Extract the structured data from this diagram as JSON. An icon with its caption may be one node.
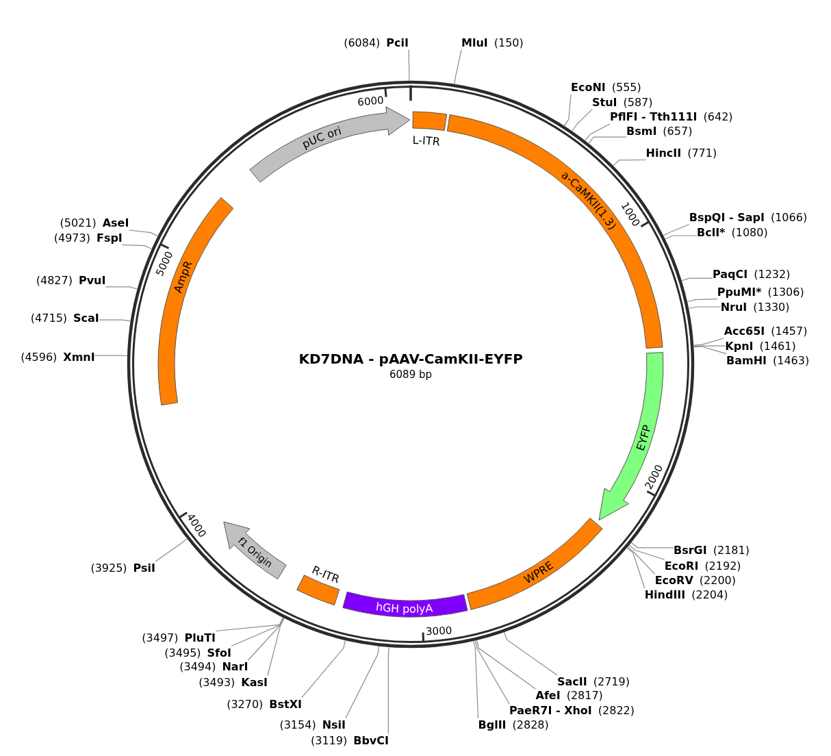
{
  "diagram": {
    "title": "KD7DNA - pAAV-CamKII-EYFP",
    "nodes": [
      {
        "text": [],
        "shape": "circle"
      },
      {
        "text": [
          "L-ITR"
        ],
        "in": 0
      },
      {
        "text": [
          "a-CaMKII(1.3)"
        ],
        "in": 0
      },
      {
        "text": [
          "EYFP"
        ],
        "in": 0
      },
      {
        "text": [
          "WPRE"
        ],
        "in": 0
      },
      {
        "text": [
          "hGH polyA"
        ],
        "in": 0
      },
      {
        "text": [
          "R-ITR"
        ],
        "in": 0
      },
      {
        "text": [
          "f1 Origin"
        ],
        "in": 0
      },
      {
        "text": [
          "AmpR"
        ],
        "in": 0
      },
      {
        "text": [
          "pUC ori"
        ],
        "in": 0
      },
      {
        "text": [
          "(6084)",
          "PciI"
        ]
      },
      {
        "text": [
          "MluI",
          "(150)"
        ]
      },
      {
        "text": [
          "EcoNI",
          "(555)"
        ]
      },
      {
        "text": [
          "StuI",
          "(587)"
        ]
      },
      {
        "text": [
          "PflFI - Tth111I",
          "(642)"
        ]
      },
      {
        "text": [
          "BsmI",
          "(657)"
        ]
      },
      {
        "text": [
          "HincII",
          "(771)"
        ]
      },
      {
        "text": [
          "BspQI - SapI",
          "(1066)"
        ]
      },
      {
        "text": [
          "BclI*",
          "(1080)"
        ]
      },
      {
        "text": [
          "PaqCI",
          "(1232)"
        ]
      },
      {
        "text": [
          "PpuMI*",
          "(1306)"
        ]
      },
      {
        "text": [
          "NruI",
          "(1330)"
        ]
      },
      {
        "text": [
          "Acc65I",
          "(1457)"
        ]
      },
      {
        "text": [
          "KpnI",
          "(1461)"
        ]
      },
      {
        "text": [
          "BamHI",
          "(1463)"
        ]
      },
      {
        "text": [
          "BsrGI",
          "(2181)"
        ]
      },
      {
        "text": [
          "EcoRI",
          "(2192)"
        ]
      },
      {
        "text": [
          "EcoRV",
          "(2200)"
        ]
      },
      {
        "text": [
          "HindIII",
          "(2204)"
        ]
      },
      {
        "text": [
          "SacII",
          "(2719)"
        ]
      },
      {
        "text": [
          "AfeI",
          "(2817)"
        ]
      },
      {
        "text": [
          "PaeR7I - XhoI",
          "(2822)"
        ]
      },
      {
        "text": [
          "BglII",
          "(2828)"
        ]
      },
      {
        "text": [
          "(3119)",
          "BbvCI"
        ]
      },
      {
        "text": [
          "(3154)",
          "NsiI"
        ]
      },
      {
        "text": [
          "(3270)",
          "BstXI"
        ]
      },
      {
        "text": [
          "(3493)",
          "KasI"
        ]
      },
      {
        "text": [
          "(3494)",
          "NarI"
        ]
      },
      {
        "text": [
          "(3495)",
          "SfoI"
        ]
      },
      {
        "text": [
          "(3497)",
          "PluTI"
        ]
      },
      {
        "text": [
          "(3925)",
          "PsiI"
        ]
      },
      {
        "text": [
          "(4596)",
          "XmnI"
        ]
      },
      {
        "text": [
          "(4715)",
          "ScaI"
        ]
      },
      {
        "text": [
          "(4827)",
          "PvuI"
        ]
      },
      {
        "text": [
          "(4973)",
          "FspI"
        ]
      },
      {
        "text": [
          "(5021)",
          "AseI"
        ]
      }
    ],
    "edges": [
      {
        "from": 10,
        "to": 0,
        "arrow": "none"
      },
      {
        "from": 11,
        "to": 0,
        "arrow": "none"
      },
      {
        "from": 12,
        "to": 0,
        "arrow": "none"
      },
      {
        "from": 13,
        "to": 0,
        "arrow": "none"
      },
      {
        "from": 14,
        "to": 0,
        "arrow": "none"
      },
      {
        "from": 15,
        "to": 0,
        "arrow": "none"
      },
      {
        "from": 16,
        "to": 0,
        "arrow": "none"
      },
      {
        "from": 17,
        "to": 0,
        "arrow": "none"
      },
      {
        "from": 18,
        "to": 0,
        "arrow": "none"
      },
      {
        "from": 19,
        "to": 0,
        "arrow": "none"
      },
      {
        "from": 20,
        "to": 0,
        "arrow": "none"
      },
      {
        "from": 21,
        "to": 0,
        "arrow": "none"
      },
      {
        "from": 22,
        "to": 0,
        "arrow": "none"
      },
      {
        "from": 23,
        "to": 0,
        "arrow": "none"
      },
      {
        "from": 24,
        "to": 0,
        "arrow": "none"
      },
      {
        "from": 25,
        "to": 0,
        "arrow": "none"
      },
      {
        "from": 26,
        "to": 0,
        "arrow": "none"
      },
      {
        "from": 27,
        "to": 0,
        "arrow": "none"
      },
      {
        "from": 28,
        "to": 0,
        "arrow": "none"
      },
      {
        "from": 29,
        "to": 0,
        "arrow": "none"
      },
      {
        "from": 30,
        "to": 0,
        "arrow": "none"
      },
      {
        "from": 31,
        "to": 0,
        "arrow": "none"
      },
      {
        "from": 32,
        "to": 0,
        "arrow": "none"
      },
      {
        "from": 33,
        "to": 0,
        "arrow": "none"
      },
      {
        "from": 34,
        "to": 0,
        "arrow": "none"
      },
      {
        "from": 35,
        "to": 0,
        "arrow": "none"
      },
      {
        "from": 36,
        "to": 0,
        "arrow": "none"
      },
      {
        "from": 37,
        "to": 0,
        "arrow": "none"
      },
      {
        "from": 38,
        "to": 0,
        "arrow": "none"
      },
      {
        "from": 39,
        "to": 0,
        "arrow": "none"
      },
      {
        "from": 40,
        "to": 0,
        "arrow": "none"
      },
      {
        "from": 41,
        "to": 0,
        "arrow": "none"
      },
      {
        "from": 42,
        "to": 0,
        "arrow": "none"
      },
      {
        "from": 43,
        "to": 0,
        "arrow": "none"
      },
      {
        "from": 44,
        "to": 0,
        "arrow": "none"
      },
      {
        "from": 45,
        "to": 0,
        "arrow": "none"
      }
    ],
    "labels": [
      "6000",
      "1000",
      "5000",
      "6089 bp",
      "2000",
      "4000",
      "3000"
    ]
  }
}
